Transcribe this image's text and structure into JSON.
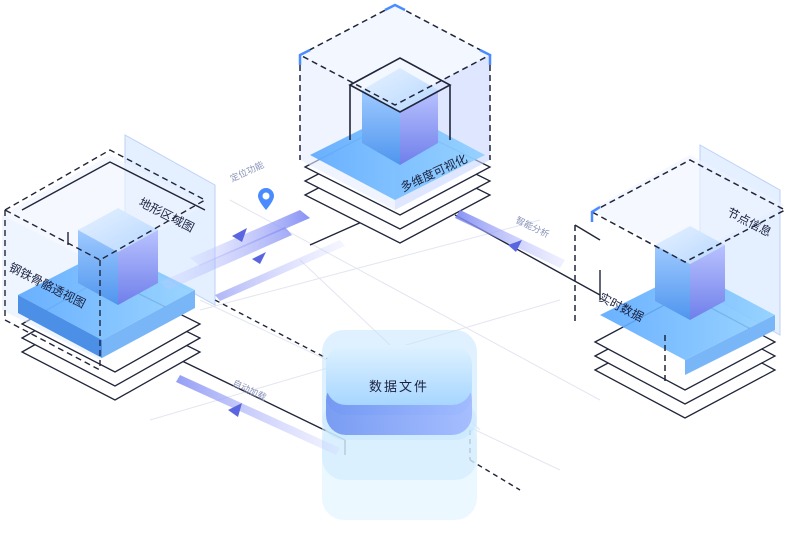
{
  "nodes": {
    "top": {
      "label": "多维度可视化"
    },
    "left": {
      "label_side": "地形区域图",
      "label_front": "钢铁骨骼透视图"
    },
    "right": {
      "label_side": "节点信息",
      "label_front": "实时数据"
    },
    "core": {
      "label": "数据文件"
    }
  },
  "flows": {
    "locate": "定位功能",
    "analyze": "智能分析",
    "auto": "自动加载"
  },
  "colors": {
    "accent": "#4a8cff",
    "arrow": "#8b94f5",
    "cube_front": "#6fb0f5",
    "cube_top": "#b8d8ff",
    "glass": "#dbe8ff",
    "line": "#20253a"
  }
}
